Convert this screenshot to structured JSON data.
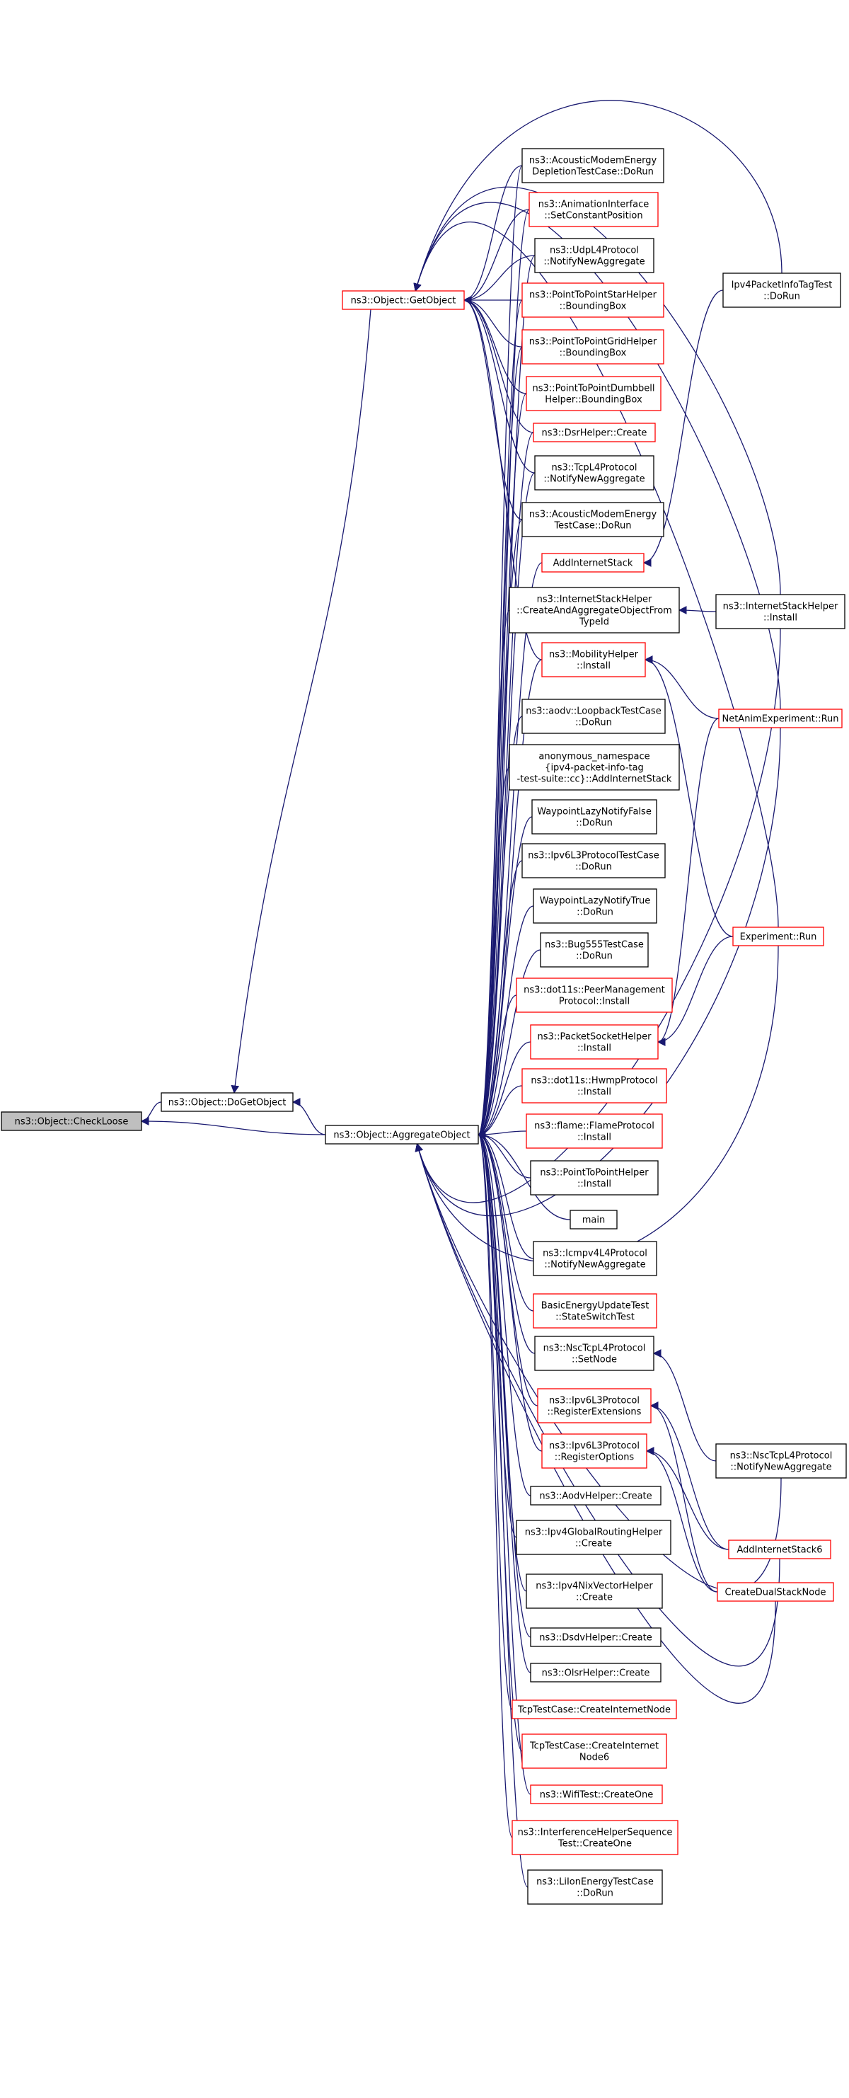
{
  "colors": {
    "edge": "#191970",
    "normal_border": "#000000",
    "linked_border": "#ff0000",
    "root_fill": "#bfbfbf",
    "node_fill": "#ffffff"
  },
  "nodes": [
    {
      "id": "checkloose",
      "lines": [
        "ns3::Object::CheckLoose"
      ],
      "style": "root"
    },
    {
      "id": "dogetobject",
      "lines": [
        "ns3::Object::DoGetObject"
      ],
      "style": "normal"
    },
    {
      "id": "aggregate",
      "lines": [
        "ns3::Object::AggregateObject"
      ],
      "style": "normal"
    },
    {
      "id": "getobject",
      "lines": [
        "ns3::Object::GetObject"
      ],
      "style": "red"
    },
    {
      "id": "acoustic1",
      "lines": [
        "ns3::AcousticModemEnergy",
        "DepletionTestCase::DoRun"
      ],
      "style": "normal"
    },
    {
      "id": "animation",
      "lines": [
        "ns3::AnimationInterface",
        "::SetConstantPosition"
      ],
      "style": "red"
    },
    {
      "id": "udpl4",
      "lines": [
        "ns3::UdpL4Protocol",
        "::NotifyNewAggregate"
      ],
      "style": "normal"
    },
    {
      "id": "p2pstar",
      "lines": [
        "ns3::PointToPointStarHelper",
        "::BoundingBox"
      ],
      "style": "red"
    },
    {
      "id": "p2pgrid",
      "lines": [
        "ns3::PointToPointGridHelper",
        "::BoundingBox"
      ],
      "style": "red"
    },
    {
      "id": "p2pdumbbell",
      "lines": [
        "ns3::PointToPointDumbbell",
        "Helper::BoundingBox"
      ],
      "style": "red"
    },
    {
      "id": "dsrhelper",
      "lines": [
        "ns3::DsrHelper::Create"
      ],
      "style": "red"
    },
    {
      "id": "tcpl4",
      "lines": [
        "ns3::TcpL4Protocol",
        "::NotifyNewAggregate"
      ],
      "style": "normal"
    },
    {
      "id": "acoustic2",
      "lines": [
        "ns3::AcousticModemEnergy",
        "TestCase::DoRun"
      ],
      "style": "normal"
    },
    {
      "id": "addinternetstack",
      "lines": [
        "AddInternetStack"
      ],
      "style": "red"
    },
    {
      "id": "createaggregate",
      "lines": [
        "ns3::InternetStackHelper",
        "::CreateAndAggregateObjectFrom",
        "TypeId"
      ],
      "style": "normal"
    },
    {
      "id": "mobilityinstall",
      "lines": [
        "ns3::MobilityHelper",
        "::Install"
      ],
      "style": "red"
    },
    {
      "id": "aodvloopback",
      "lines": [
        "ns3::aodv::LoopbackTestCase",
        "::DoRun"
      ],
      "style": "normal"
    },
    {
      "id": "anonymous",
      "lines": [
        "anonymous_namespace",
        "{ipv4-packet-info-tag",
        "-test-suite::cc}::AddInternetStack"
      ],
      "style": "normal"
    },
    {
      "id": "waypointfalse",
      "lines": [
        "WaypointLazyNotifyFalse",
        "::DoRun"
      ],
      "style": "normal"
    },
    {
      "id": "ipv6l3test",
      "lines": [
        "ns3::Ipv6L3ProtocolTestCase",
        "::DoRun"
      ],
      "style": "normal"
    },
    {
      "id": "waypointtrue",
      "lines": [
        "WaypointLazyNotifyTrue",
        "::DoRun"
      ],
      "style": "normal"
    },
    {
      "id": "bug555",
      "lines": [
        "ns3::Bug555TestCase",
        "::DoRun"
      ],
      "style": "normal"
    },
    {
      "id": "peermanagement",
      "lines": [
        "ns3::dot11s::PeerManagement",
        "Protocol::Install"
      ],
      "style": "red"
    },
    {
      "id": "packetsocket",
      "lines": [
        "ns3::PacketSocketHelper",
        "::Install"
      ],
      "style": "red"
    },
    {
      "id": "hwmp",
      "lines": [
        "ns3::dot11s::HwmpProtocol",
        "::Install"
      ],
      "style": "red"
    },
    {
      "id": "flame",
      "lines": [
        "ns3::flame::FlameProtocol",
        "::Install"
      ],
      "style": "red"
    },
    {
      "id": "p2phelper",
      "lines": [
        "ns3::PointToPointHelper",
        "::Install"
      ],
      "style": "normal"
    },
    {
      "id": "main",
      "lines": [
        "main"
      ],
      "style": "normal"
    },
    {
      "id": "icmpv4",
      "lines": [
        "ns3::Icmpv4L4Protocol",
        "::NotifyNewAggregate"
      ],
      "style": "normal"
    },
    {
      "id": "basicenergy",
      "lines": [
        "BasicEnergyUpdateTest",
        "::StateSwitchTest"
      ],
      "style": "red"
    },
    {
      "id": "nsctcpsetnode",
      "lines": [
        "ns3::NscTcpL4Protocol",
        "::SetNode"
      ],
      "style": "normal"
    },
    {
      "id": "ipv6regext",
      "lines": [
        "ns3::Ipv6L3Protocol",
        "::RegisterExtensions"
      ],
      "style": "red"
    },
    {
      "id": "ipv6regopt",
      "lines": [
        "ns3::Ipv6L3Protocol",
        "::RegisterOptions"
      ],
      "style": "red"
    },
    {
      "id": "aodvhelper",
      "lines": [
        "ns3::AodvHelper::Create"
      ],
      "style": "normal"
    },
    {
      "id": "ipv4globalrouting",
      "lines": [
        "ns3::Ipv4GlobalRoutingHelper",
        "::Create"
      ],
      "style": "normal"
    },
    {
      "id": "ipv4nixvector",
      "lines": [
        "ns3::Ipv4NixVectorHelper",
        "::Create"
      ],
      "style": "normal"
    },
    {
      "id": "dsdvhelper",
      "lines": [
        "ns3::DsdvHelper::Create"
      ],
      "style": "normal"
    },
    {
      "id": "olsrhelper",
      "lines": [
        "ns3::OlsrHelper::Create"
      ],
      "style": "normal"
    },
    {
      "id": "tcpcreateinternet",
      "lines": [
        "TcpTestCase::CreateInternetNode"
      ],
      "style": "red"
    },
    {
      "id": "tcpcreateinternet6",
      "lines": [
        "TcpTestCase::CreateInternet",
        "Node6"
      ],
      "style": "red"
    },
    {
      "id": "wifitest",
      "lines": [
        "ns3::WifiTest::CreateOne"
      ],
      "style": "red"
    },
    {
      "id": "interference",
      "lines": [
        "ns3::InterferenceHelperSequence",
        "Test::CreateOne"
      ],
      "style": "red"
    },
    {
      "id": "liion",
      "lines": [
        "ns3::LiIonEnergyTestCase",
        "::DoRun"
      ],
      "style": "normal"
    },
    {
      "id": "ipv4packetinfo",
      "lines": [
        "Ipv4PacketInfoTagTest",
        "::DoRun"
      ],
      "style": "normal"
    },
    {
      "id": "internetstackinstall",
      "lines": [
        "ns3::InternetStackHelper",
        "::Install"
      ],
      "style": "normal"
    },
    {
      "id": "netanim",
      "lines": [
        "NetAnimExperiment::Run"
      ],
      "style": "red"
    },
    {
      "id": "experiment",
      "lines": [
        "Experiment::Run"
      ],
      "style": "red"
    },
    {
      "id": "nsctcpnotify",
      "lines": [
        "ns3::NscTcpL4Protocol",
        "::NotifyNewAggregate"
      ],
      "style": "normal"
    },
    {
      "id": "addinternetstack6",
      "lines": [
        "AddInternetStack6"
      ],
      "style": "red"
    },
    {
      "id": "createdualstack",
      "lines": [
        "CreateDualStackNode"
      ],
      "style": "red"
    }
  ],
  "edges": [
    {
      "from": "dogetobject",
      "to": "checkloose"
    },
    {
      "from": "aggregate",
      "to": "checkloose"
    },
    {
      "from": "getobject",
      "to": "dogetobject"
    },
    {
      "from": "aggregate",
      "to": "dogetobject"
    },
    {
      "from": "acoustic1",
      "to": "getobject"
    },
    {
      "from": "animation",
      "to": "getobject"
    },
    {
      "from": "udpl4",
      "to": "getobject"
    },
    {
      "from": "p2pstar",
      "to": "getobject"
    },
    {
      "from": "p2pgrid",
      "to": "getobject"
    },
    {
      "from": "p2pdumbbell",
      "to": "getobject"
    },
    {
      "from": "dsrhelper",
      "to": "getobject"
    },
    {
      "from": "tcpl4",
      "to": "getobject"
    },
    {
      "from": "acoustic2",
      "to": "getobject"
    },
    {
      "from": "mobilityinstall",
      "to": "getobject"
    },
    {
      "from": "ipv4packetinfo",
      "to": "getobject"
    },
    {
      "from": "internetstackinstall",
      "to": "getobject"
    },
    {
      "from": "netanim",
      "to": "getobject"
    },
    {
      "from": "experiment",
      "to": "getobject"
    },
    {
      "from": "acoustic1",
      "to": "aggregate"
    },
    {
      "from": "animation",
      "to": "aggregate"
    },
    {
      "from": "udpl4",
      "to": "aggregate"
    },
    {
      "from": "p2pstar",
      "to": "aggregate"
    },
    {
      "from": "p2pgrid",
      "to": "aggregate"
    },
    {
      "from": "p2pdumbbell",
      "to": "aggregate"
    },
    {
      "from": "dsrhelper",
      "to": "aggregate"
    },
    {
      "from": "tcpl4",
      "to": "aggregate"
    },
    {
      "from": "acoustic2",
      "to": "aggregate"
    },
    {
      "from": "addinternetstack",
      "to": "aggregate"
    },
    {
      "from": "createaggregate",
      "to": "aggregate"
    },
    {
      "from": "mobilityinstall",
      "to": "aggregate"
    },
    {
      "from": "aodvloopback",
      "to": "aggregate"
    },
    {
      "from": "anonymous",
      "to": "aggregate"
    },
    {
      "from": "waypointfalse",
      "to": "aggregate"
    },
    {
      "from": "ipv6l3test",
      "to": "aggregate"
    },
    {
      "from": "waypointtrue",
      "to": "aggregate"
    },
    {
      "from": "bug555",
      "to": "aggregate"
    },
    {
      "from": "peermanagement",
      "to": "aggregate"
    },
    {
      "from": "packetsocket",
      "to": "aggregate"
    },
    {
      "from": "hwmp",
      "to": "aggregate"
    },
    {
      "from": "flame",
      "to": "aggregate"
    },
    {
      "from": "p2phelper",
      "to": "aggregate"
    },
    {
      "from": "main",
      "to": "aggregate"
    },
    {
      "from": "icmpv4",
      "to": "aggregate"
    },
    {
      "from": "basicenergy",
      "to": "aggregate"
    },
    {
      "from": "nsctcpsetnode",
      "to": "aggregate"
    },
    {
      "from": "ipv6regext",
      "to": "aggregate"
    },
    {
      "from": "ipv6regopt",
      "to": "aggregate"
    },
    {
      "from": "aodvhelper",
      "to": "aggregate"
    },
    {
      "from": "ipv4globalrouting",
      "to": "aggregate"
    },
    {
      "from": "ipv4nixvector",
      "to": "aggregate"
    },
    {
      "from": "dsdvhelper",
      "to": "aggregate"
    },
    {
      "from": "olsrhelper",
      "to": "aggregate"
    },
    {
      "from": "tcpcreateinternet",
      "to": "aggregate"
    },
    {
      "from": "tcpcreateinternet6",
      "to": "aggregate"
    },
    {
      "from": "wifitest",
      "to": "aggregate"
    },
    {
      "from": "interference",
      "to": "aggregate"
    },
    {
      "from": "liion",
      "to": "aggregate"
    },
    {
      "from": "internetstackinstall",
      "to": "aggregate"
    },
    {
      "from": "netanim",
      "to": "aggregate"
    },
    {
      "from": "experiment",
      "to": "aggregate"
    },
    {
      "from": "nsctcpnotify",
      "to": "aggregate"
    },
    {
      "from": "addinternetstack6",
      "to": "aggregate"
    },
    {
      "from": "createdualstack",
      "to": "aggregate"
    },
    {
      "from": "ipv4packetinfo",
      "to": "addinternetstack"
    },
    {
      "from": "internetstackinstall",
      "to": "createaggregate"
    },
    {
      "from": "netanim",
      "to": "mobilityinstall"
    },
    {
      "from": "experiment",
      "to": "mobilityinstall"
    },
    {
      "from": "netanim",
      "to": "packetsocket"
    },
    {
      "from": "experiment",
      "to": "packetsocket"
    },
    {
      "from": "nsctcpnotify",
      "to": "nsctcpsetnode"
    },
    {
      "from": "addinternetstack6",
      "to": "ipv6regext"
    },
    {
      "from": "createdualstack",
      "to": "ipv6regext"
    },
    {
      "from": "addinternetstack6",
      "to": "ipv6regopt"
    },
    {
      "from": "createdualstack",
      "to": "ipv6regopt"
    }
  ]
}
